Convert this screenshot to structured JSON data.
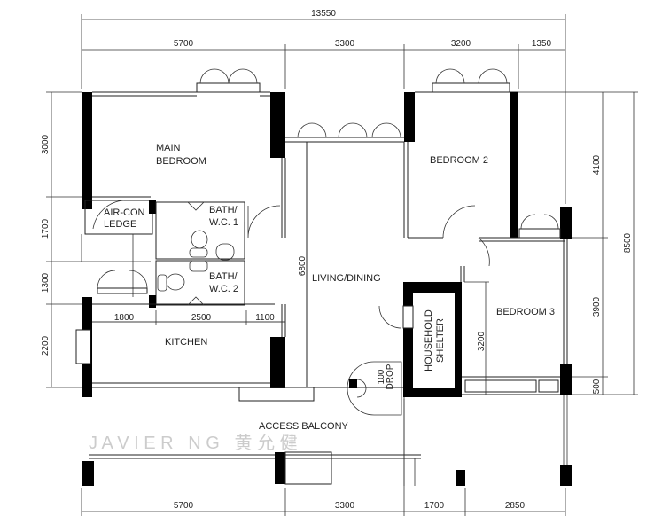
{
  "dimensions": {
    "overall_width": "13550",
    "top": [
      "5700",
      "3300",
      "3200",
      "1350"
    ],
    "bottom": [
      "5700",
      "3300",
      "1700",
      "2850"
    ],
    "left": [
      "3000",
      "1700",
      "1300",
      "2200"
    ],
    "right": [
      "4100",
      "3900",
      "500"
    ],
    "overall_depth": "8500",
    "kitchen": [
      "1800",
      "2500",
      "1100"
    ],
    "living_depth": "6800",
    "bedroom3_depth": "3200",
    "drop": [
      "100",
      "DROP"
    ]
  },
  "rooms": {
    "main_bedroom": [
      "MAIN",
      "BEDROOM"
    ],
    "bedroom2": "BEDROOM 2",
    "bedroom3": "BEDROOM 3",
    "aircon_ledge": [
      "AIR-CON",
      "LEDGE"
    ],
    "bath1": [
      "BATH/",
      "W.C. 1"
    ],
    "bath2": [
      "BATH/",
      "W.C. 2"
    ],
    "living_dining": "LIVING/DINING",
    "kitchen": "KITCHEN",
    "household_shelter": [
      "HOUSEHOLD",
      "SHELTER"
    ],
    "access_balcony": "ACCESS BALCONY"
  },
  "watermark": "J A V I E R   N G   黄 允 健"
}
